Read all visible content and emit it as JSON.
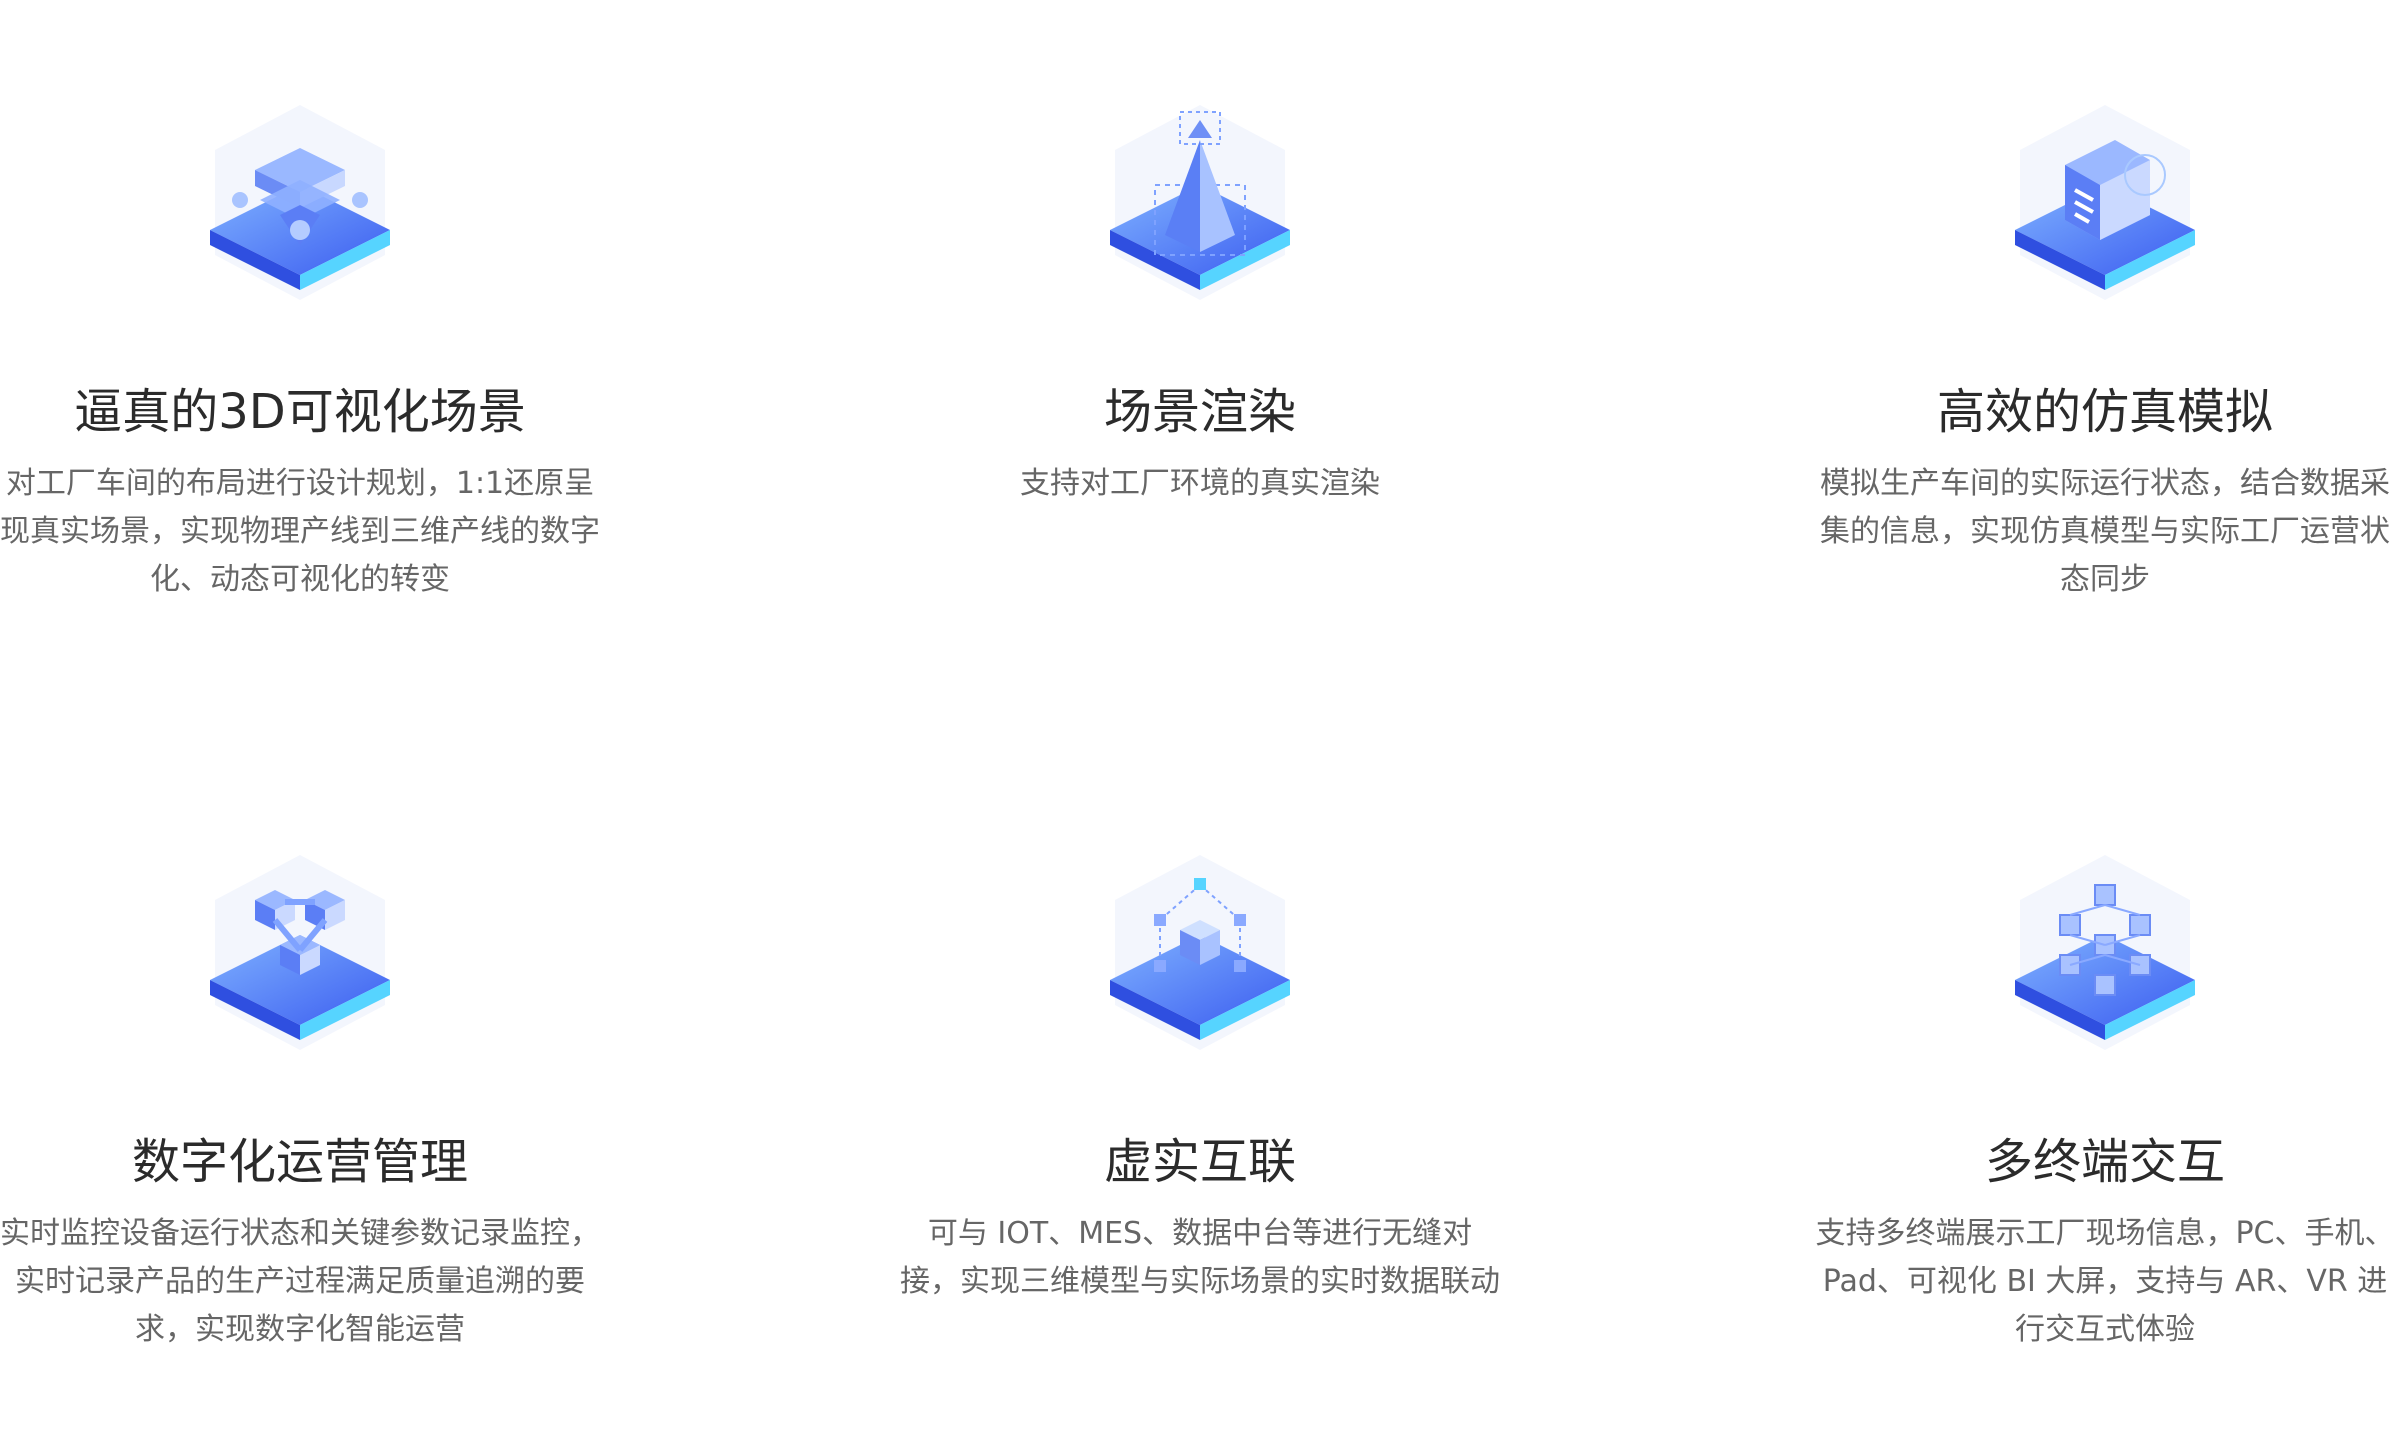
{
  "features": [
    {
      "icon": "data-stack-icon",
      "title": "逼真的3D可视化场景",
      "desc": "对工厂车间的布局进行设计规划，1:1还原呈现真实场景，实现物理产线到三维产线的数字化、动态可视化的转变"
    },
    {
      "icon": "pyramid-render-icon",
      "title": "场景渲染",
      "desc": "支持对工厂环境的真实渲染"
    },
    {
      "icon": "simulation-model-icon",
      "title": "高效的仿真模拟",
      "desc": "模拟生产车间的实际运行状态，结合数据采集的信息，实现仿真模型与实际工厂运营状态同步"
    },
    {
      "icon": "operations-network-icon",
      "title": "数字化运营管理",
      "desc": "实时监控设备运行状态和关键参数记录监控，实时记录产品的生产过程满足质量追溯的要求，实现数字化智能运营"
    },
    {
      "icon": "cube-link-icon",
      "title": "虚实互联",
      "desc": "可与 IOT、MES、数据中台等进行无缝对接，实现三维模型与实际场景的实时数据联动"
    },
    {
      "icon": "multi-terminal-icon",
      "title": "多终端交互",
      "desc": "支持多终端展示工厂现场信息，PC、手机、Pad、可视化 BI 大屏，支持与 AR、VR 进行交互式体验"
    }
  ],
  "colors": {
    "accent": "#4a6cf7",
    "accent_light": "#7fb2ff",
    "cyan": "#56d4ff",
    "text_title": "#2b2b2b",
    "text_desc": "#666666"
  }
}
